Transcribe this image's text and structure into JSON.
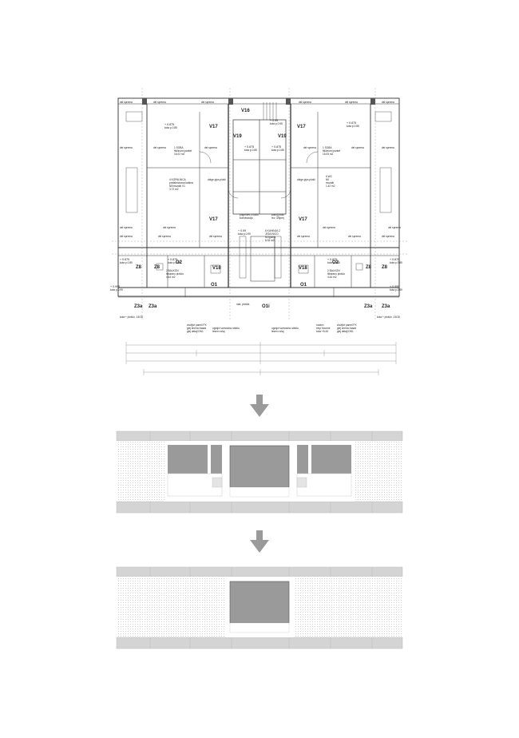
{
  "plan": {
    "wall_labels": {
      "dol_sprema": "del sprema",
      "dolge_gips": "dolge gips plošč",
      "nad_pod": "nad. plošča",
      "kota_gradnja": "kota + ploščo -15/15"
    },
    "rooms": {
      "v16": "V16",
      "v17": "V17",
      "v18": "V18",
      "v19": "V19",
      "o1": "O1",
      "o1i": "O1i",
      "o2": "O2",
      "z8": "Z8",
      "z3a": "Z3a"
    },
    "levels": {
      "l_0875": "+ 0.875",
      "l_099": "+ 0.99",
      "l_0995": "+ 0.995",
      "l_kota_085": "kota p.0.85",
      "l_kota_095": "kota p.0.95",
      "l_kota_099": "kota p.0.99"
    },
    "room_texts": {
      "soba_left": [
        "1 SOBA",
        "fiščinomi parket",
        "16.02 m2"
      ],
      "soba_right": [
        "1 SOBA",
        "fiščinomi parket",
        "15.05 m2"
      ],
      "kopalnica": [
        "4 KOPALNICA",
        "prefabricirana kabina",
        "N0/mozaik V1",
        "3.72 m2"
      ],
      "wc": [
        "6 WC",
        "N0",
        "mozaik",
        "1.42 m2"
      ],
      "kuhinja": [
        "6 KUHINJA Z",
        "JEDILNICO",
        "N1/guma",
        "8.33 m2"
      ],
      "balkon_left": [
        "2 BALKON",
        "fiksirano ploščo",
        "4.44 m2"
      ],
      "balkon_right": [
        "2 BALKON",
        "fiksirano ploščo",
        "4.44 m2"
      ],
      "center_small": [
        "pogrnitev z ločilo",
        "konstrukcijo"
      ],
      "center_small2": [
        "pokoj plošč",
        "rev. 3/5prej"
      ]
    },
    "notes": {
      "n1": [
        "zložljivi paneli PX",
        "glej shemo fasad",
        "glej detajl DN1"
      ],
      "n2": [
        "ograjni varnostno steklo,",
        "lesen ročaj"
      ],
      "n3": [
        "ograjni varnostno steklo,",
        "lesen ročaj"
      ],
      "n4": [
        "rozdev",
        "etry/ 6conne",
        "kota +8.45"
      ],
      "n5": [
        "zložljivi paneli PX",
        "glej shemo fasad",
        "glej detajl DN1"
      ]
    }
  }
}
